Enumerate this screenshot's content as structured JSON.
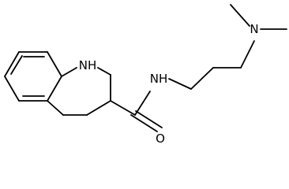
{
  "molecule": {
    "atoms": {
      "ring_nh": "NH",
      "amide_nh": "NH",
      "carbonyl_o": "O",
      "amine_n": "N"
    }
  }
}
